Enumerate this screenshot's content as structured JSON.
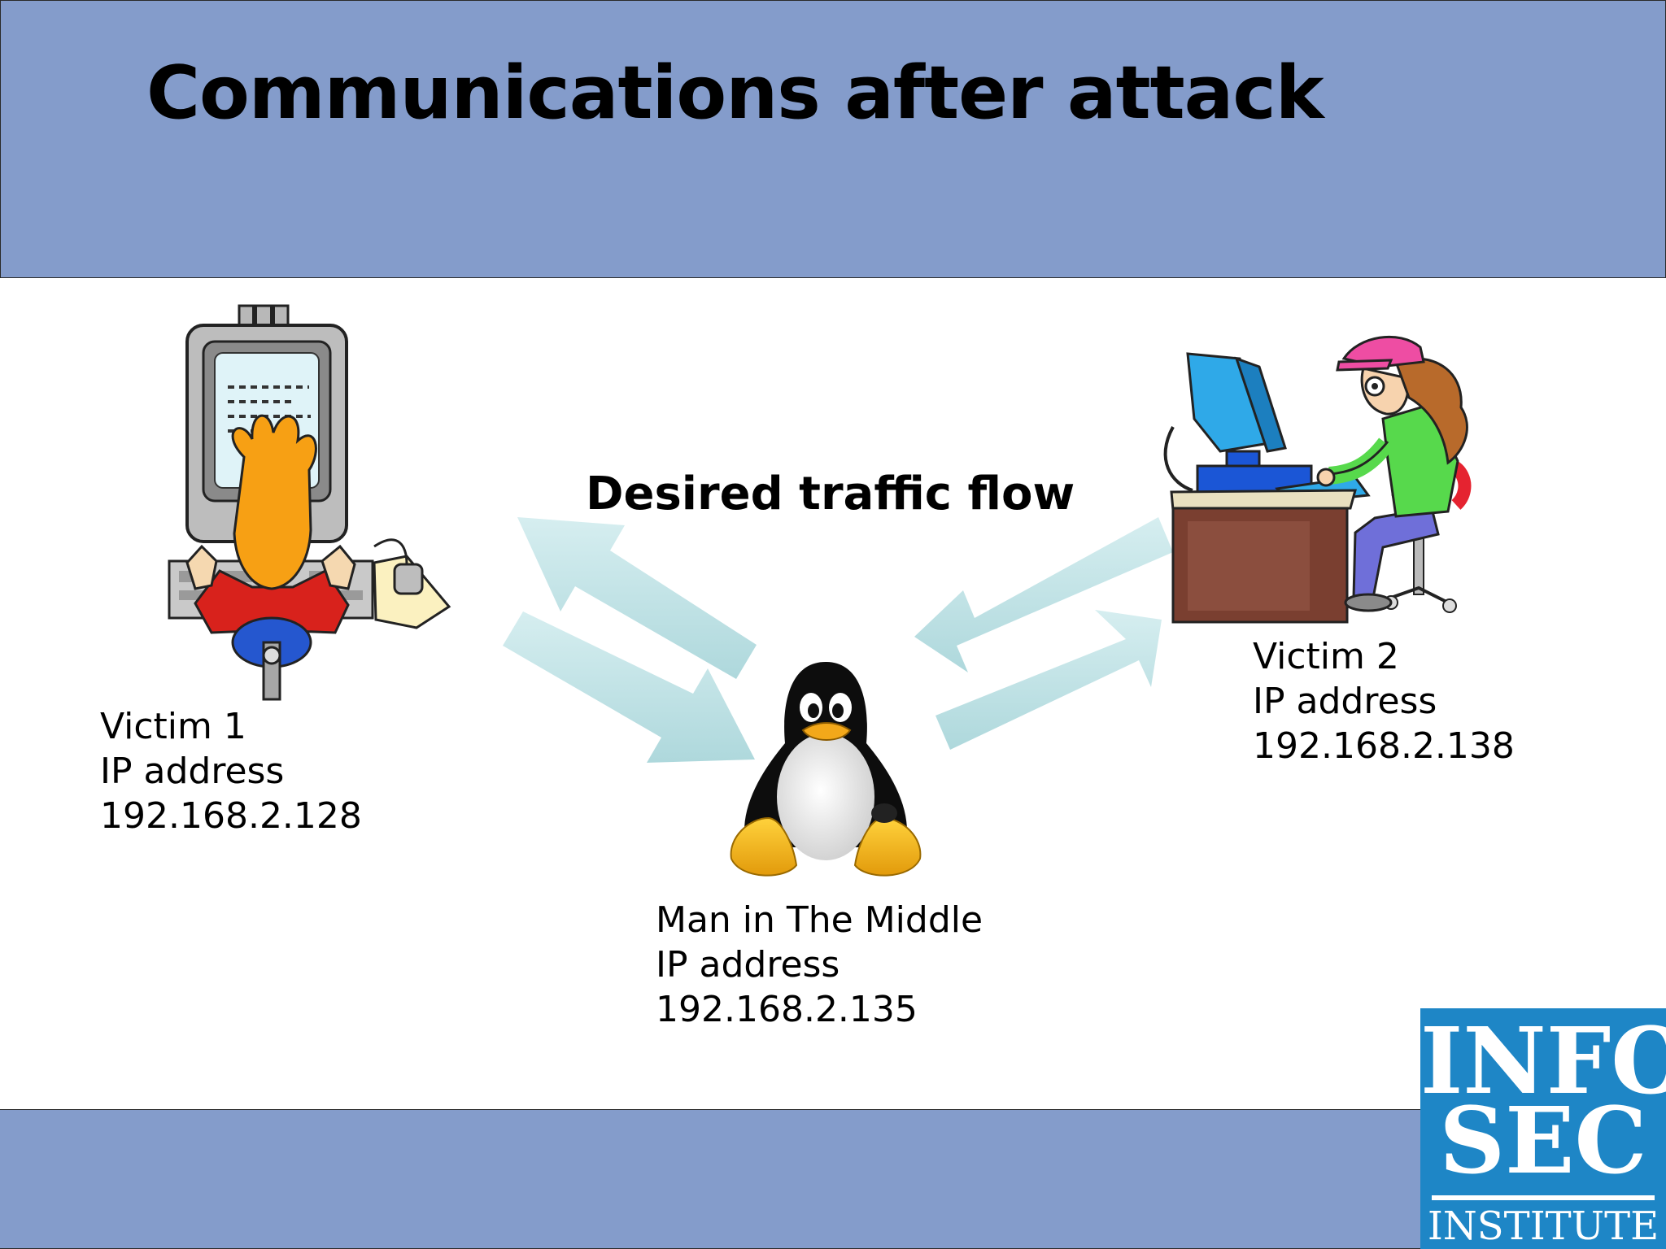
{
  "slide": {
    "title": "Communications after attack",
    "flow_label": "Desired traffic flow"
  },
  "nodes": {
    "victim1": {
      "name": "Victim 1",
      "ip_label": "IP address",
      "ip": "192.168.2.128"
    },
    "victim2": {
      "name": "Victim 2",
      "ip_label": "IP address",
      "ip": "192.168.2.138"
    },
    "mitm": {
      "name": "Man in The Middle",
      "ip_label": "IP address",
      "ip": "192.168.2.135"
    }
  },
  "logo": {
    "line1": "INFO",
    "line2": "SEC",
    "line3": "INSTITUTE"
  },
  "colors": {
    "band": "#849ccb",
    "arrow": "#c2e4e6",
    "logo_bg": "#1e86c6"
  }
}
